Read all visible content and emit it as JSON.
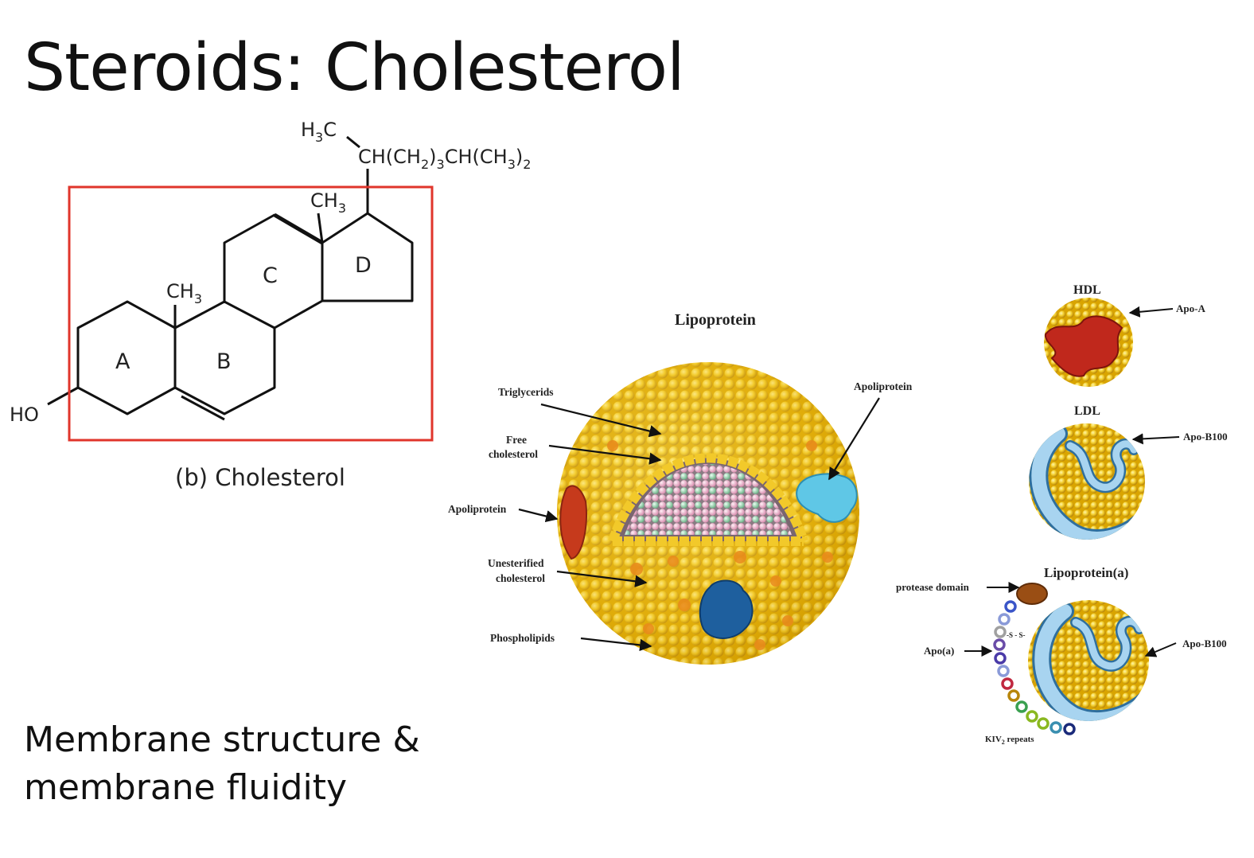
{
  "slide": {
    "title": "Steroids: Cholesterol",
    "footer_line1": "Membrane structure &",
    "footer_line2": "membrane fluidity"
  },
  "structure": {
    "caption": "(b) Cholesterol",
    "ring_labels": [
      "A",
      "B",
      "C",
      "D"
    ],
    "ho": "HO",
    "methyl": "CH",
    "sub3": "3",
    "sub2": "2",
    "h3c_h": "H",
    "h3c_c": "C",
    "side_chain_a": "CH(CH",
    "side_chain_b": ")",
    "side_chain_c": "CH(CH",
    "side_chain_d": ")",
    "box_color": "#e0352b"
  },
  "lipoprotein": {
    "title": "Lipoprotein",
    "labels": {
      "triglycerids": "Triglycerids",
      "free": "Free",
      "cholesterol": "cholesterol",
      "apoliprotein_right": "Apoliprotein",
      "apoliprotein_left": "Apoliprotein",
      "unesterified": "Unesterified",
      "unesterified_chol": "cholesterol",
      "phospholipids": "Phospholipids"
    }
  },
  "particles": {
    "hdl": "HDL",
    "apo_a": "Apo-A",
    "ldl": "LDL",
    "apo_b100_ldl": "Apo-B100",
    "lpa": "Lipoprotein(a)",
    "protease_domain": "protease domain",
    "apo_a_small": "Apo(a)",
    "apo_b100_lpa": "Apo-B100",
    "kiv_a": "KIV",
    "kiv_sub": "2",
    "kiv_b": " repeats",
    "ss": "-S - S-"
  }
}
